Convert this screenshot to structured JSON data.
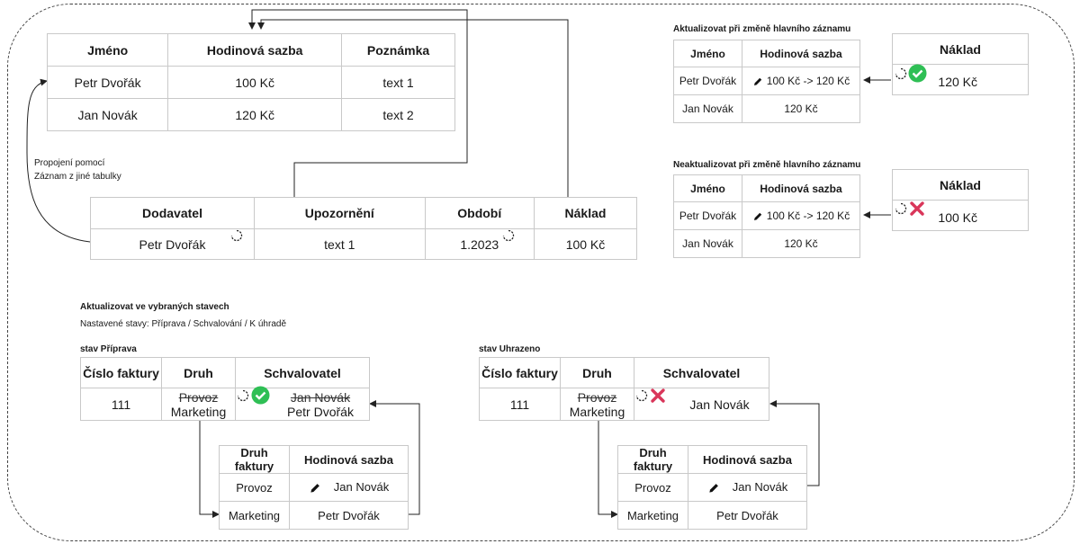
{
  "main_table": {
    "headers": [
      "Jméno",
      "Hodinová sazba",
      "Poznámka"
    ],
    "rows": [
      [
        "Petr Dvořák",
        "100 Kč",
        "text 1"
      ],
      [
        "Jan Novák",
        "120 Kč",
        "text 2"
      ]
    ]
  },
  "link_note": [
    "Propojení pomocí",
    "Záznam z jiné tabulky"
  ],
  "order_table": {
    "headers": [
      "Dodavatel",
      "Upozornění",
      "Období",
      "Náklad"
    ],
    "row": [
      "Petr Dvořák",
      "text 1",
      "1.2023",
      "100 Kč"
    ]
  },
  "update_section": {
    "title": "Aktualizovat při změně hlavního záznamu",
    "headers": [
      "Jméno",
      "Hodinová sazba"
    ],
    "rows": [
      [
        "Petr Dvořák",
        "100 Kč -> 120 Kč"
      ],
      [
        "Jan Novák",
        "120 Kč"
      ]
    ],
    "cost_header": "Náklad",
    "cost_value": "120 Kč"
  },
  "noupdate_section": {
    "title": "Neaktualizovat při změně hlavního záznamu",
    "headers": [
      "Jméno",
      "Hodinová sazba"
    ],
    "rows": [
      [
        "Petr Dvořák",
        "100 Kč -> 120 Kč"
      ],
      [
        "Jan Novák",
        "120 Kč"
      ]
    ],
    "cost_header": "Náklad",
    "cost_value": "100 Kč"
  },
  "states_section": {
    "title": "Aktualizovat ve vybraných stavech",
    "subtitle": "Nastavené stavy: Příprava / Schvalování / K úhradě"
  },
  "state_priprava": {
    "label": "stav Příprava",
    "headers": [
      "Číslo faktury",
      "Druh",
      "Schvalovatel"
    ],
    "invoice": "111",
    "druh_old": "Provoz",
    "druh_new": "Marketing",
    "approver_old": "Jan Novák",
    "approver_new": "Petr Dvořák",
    "sub_headers": [
      "Druh faktury",
      "Hodinová sazba"
    ],
    "sub_rows": [
      [
        "Provoz",
        "Jan Novák"
      ],
      [
        "Marketing",
        "Petr Dvořák"
      ]
    ]
  },
  "state_uhrazeno": {
    "label": "stav Uhrazeno",
    "headers": [
      "Číslo faktury",
      "Druh",
      "Schvalovatel"
    ],
    "invoice": "111",
    "druh_old": "Provoz",
    "druh_new": "Marketing",
    "approver": "Jan Novák",
    "sub_headers": [
      "Druh faktury",
      "Hodinová sazba"
    ],
    "sub_rows": [
      [
        "Provoz",
        "Jan Novák"
      ],
      [
        "Marketing",
        "Petr Dvořák"
      ]
    ]
  },
  "colors": {
    "check": "#2fbf55",
    "cross": "#d9365a",
    "line": "#222222"
  }
}
